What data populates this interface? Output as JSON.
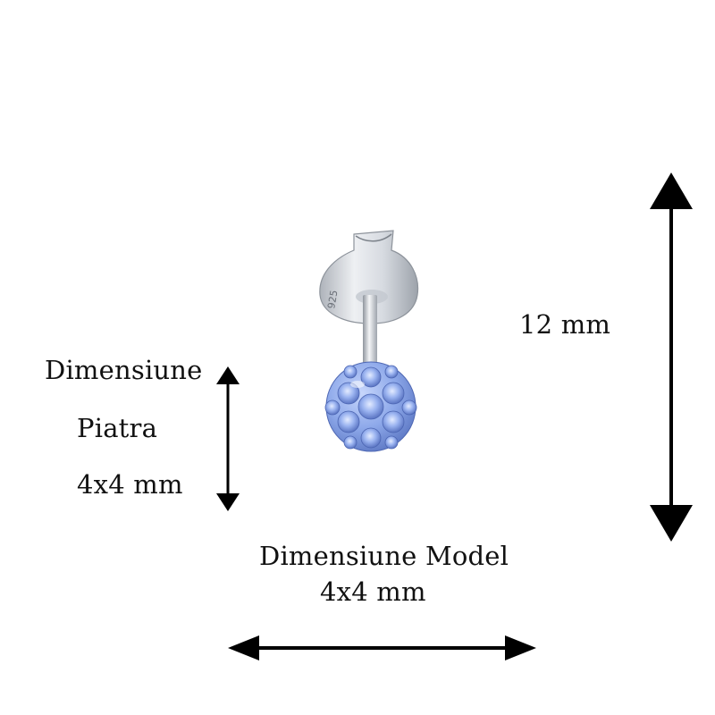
{
  "labels": {
    "height": "12 mm",
    "stone_title_line1": "Dimensiune",
    "stone_title_line2": "Piatra",
    "stone_size": "4x4 mm",
    "model_title": "Dimensiune Model",
    "model_size": "4x4 mm"
  },
  "product": {
    "hallmark": "925",
    "stone_color": "#7f9ee6",
    "metal_color": "#d9dde3"
  },
  "icons": {
    "height_arrow": "double-arrow-vertical-icon",
    "stone_arrow": "double-arrow-vertical-icon",
    "model_arrow": "double-arrow-horizontal-icon"
  }
}
